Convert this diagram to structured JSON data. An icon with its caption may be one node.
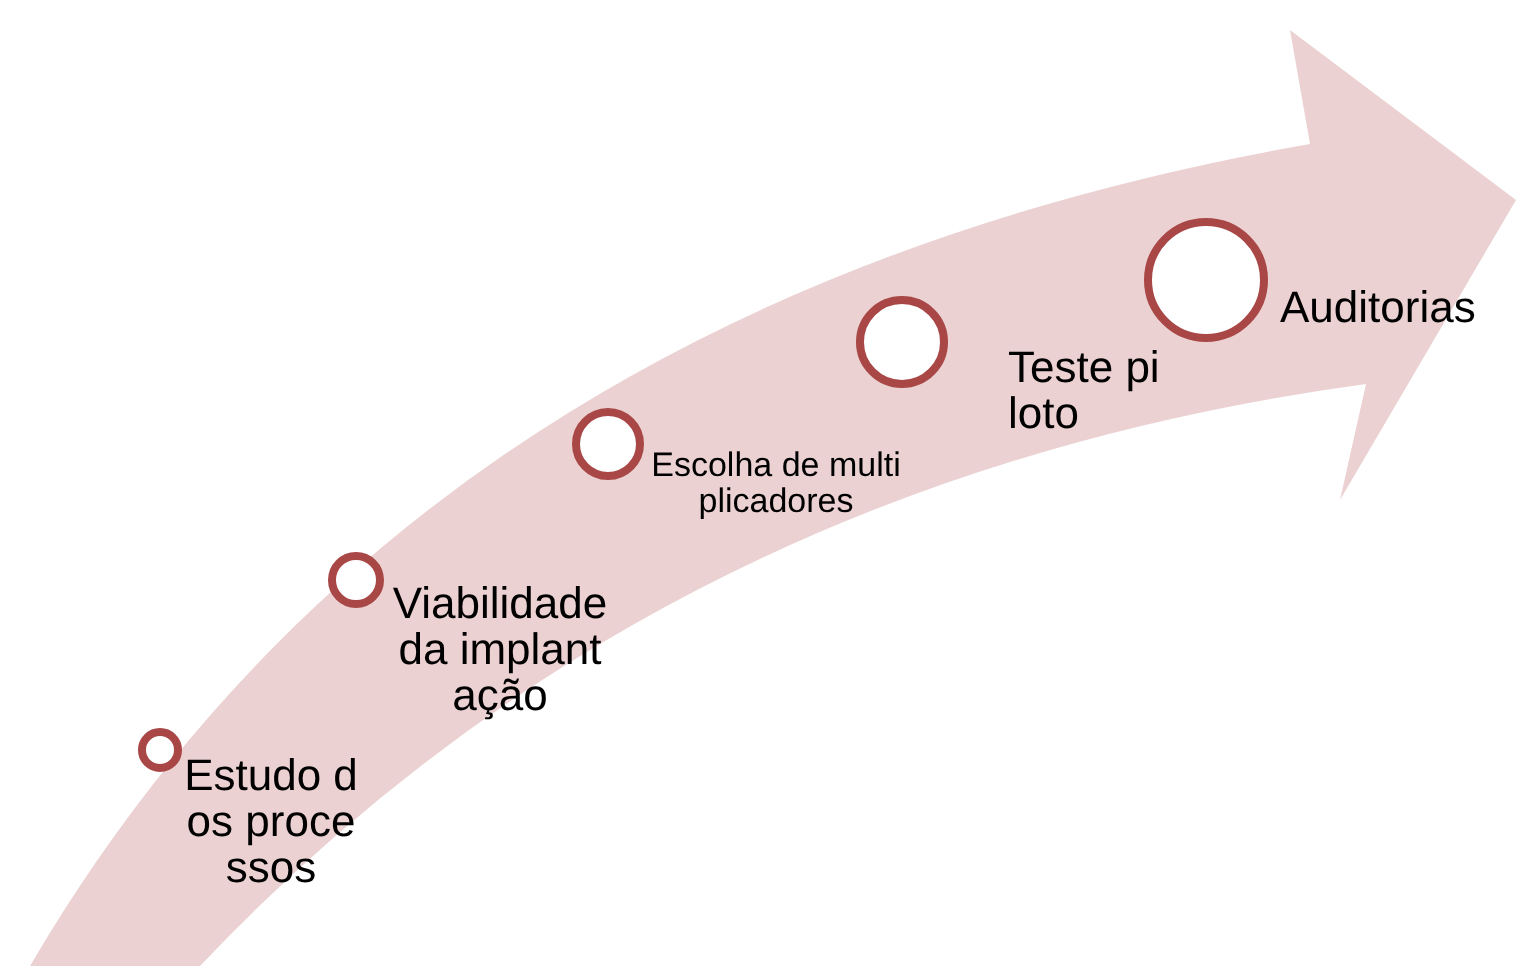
{
  "diagram": {
    "nodes": [
      {
        "text": [
          "Estudo dos processos"
        ]
      },
      {
        "text": [
          "Viabilidade da implantação"
        ]
      },
      {
        "text": [
          "Escolha de multiplicadores"
        ]
      },
      {
        "text": [
          "Teste piloto"
        ]
      },
      {
        "text": [
          "Auditorias"
        ]
      }
    ]
  }
}
